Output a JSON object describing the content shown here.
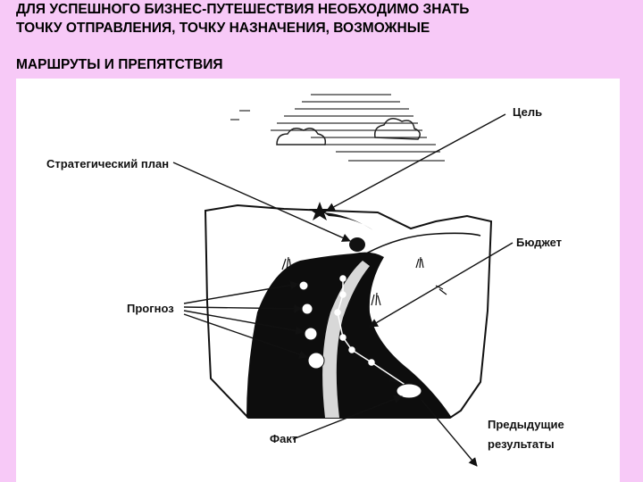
{
  "title": {
    "line1": "ДЛЯ УСПЕШНОГО БИЗНЕС-ПУТЕШЕСТВИЯ НЕОБХОДИМО ЗНАТЬ",
    "line2": "ТОЧКУ ОТПРАВЛЕНИЯ, ТОЧКУ НАЗНАЧЕНИЯ, ВОЗМОЖНЫЕ",
    "line3": "МАРШРУТЫ И ПРЕПЯТСТВИЯ"
  },
  "diagram": {
    "labels": {
      "goal": "Цель",
      "strategic_plan": "Стратегический план",
      "budget": "Бюджет",
      "forecast": "Прогноз",
      "fact": "Факт",
      "previous_results_1": "Предыдущие",
      "previous_results_2": "результаты"
    }
  },
  "colors": {
    "background": "#f7c9f7",
    "figure": "#ffffff",
    "ink": "#111111"
  }
}
